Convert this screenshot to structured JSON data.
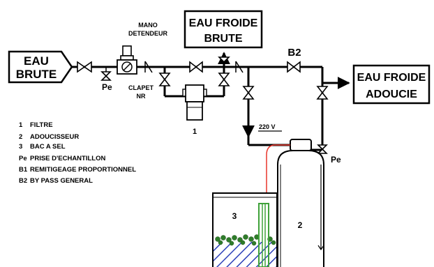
{
  "labels": {
    "inlet_line1": "EAU",
    "inlet_line2": "BRUTE",
    "cold_raw_line1": "EAU FROIDE",
    "cold_raw_line2": "BRUTE",
    "cold_soft_line1": "EAU FROIDE",
    "cold_soft_line2": "ADOUCIE",
    "mano_line1": "MANO",
    "mano_line2": "DETENDEUR",
    "clapet_line1": "CLAPET",
    "clapet_line2": "NR",
    "pe_left": "Pe",
    "pe_right": "Pe",
    "b2": "B2",
    "voltage": "220 V",
    "num_filter": "1",
    "num_salt": "3",
    "num_softener": "2"
  },
  "legend": [
    {
      "key": "1",
      "text": "FILTRE"
    },
    {
      "key": "2",
      "text": "ADOUCISSEUR"
    },
    {
      "key": "3",
      "text": "BAC A SEL"
    },
    {
      "key": "Pe",
      "text": "PRISE D'ECHANTILLON"
    },
    {
      "key": "B1",
      "text": "REMITIGEAGE PROPORTIONNEL"
    },
    {
      "key": "B2",
      "text": "BY PASS GENERAL"
    }
  ],
  "colors": {
    "line": "#000000",
    "cable": "#e8352b",
    "salt_tube": "#3fa23a",
    "salt_pellets": "#2f7d2a",
    "hatch": "#2b3fb8"
  }
}
